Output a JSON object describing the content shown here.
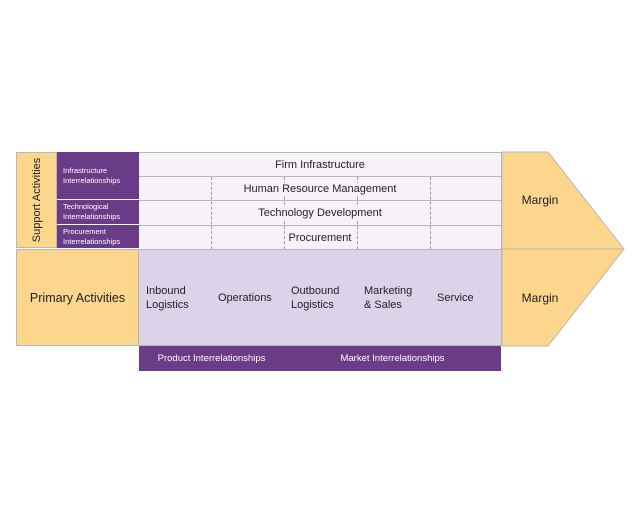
{
  "support": {
    "side_label": "Support Activities",
    "interrelationships": [
      {
        "line1": "Infrastructure",
        "line2": "Interrelationships"
      },
      {
        "line1": "Technological",
        "line2": "Interrelationships"
      },
      {
        "line1": "Procurement",
        "line2": "Interrelationships"
      }
    ],
    "rows": [
      "Firm Infrastructure",
      "Human Resource Management",
      "Technology Development",
      "Procurement"
    ]
  },
  "primary": {
    "label": "Primary Activities",
    "activities": [
      "Inbound\nLogistics",
      "Operations",
      "Outbound\nLogistics",
      "Marketing\n& Sales",
      "Service"
    ]
  },
  "margin": {
    "top": "Margin",
    "bottom": "Margin"
  },
  "bottom_bar": {
    "left": "Product Interrelationships",
    "right": "Market Interrelationships"
  },
  "colors": {
    "gold": "#fcd68c",
    "purple": "#6a3b86",
    "lavender": "#dcd3ea",
    "light_lavender": "#f7f2fa",
    "border": "#b9b6b6"
  }
}
